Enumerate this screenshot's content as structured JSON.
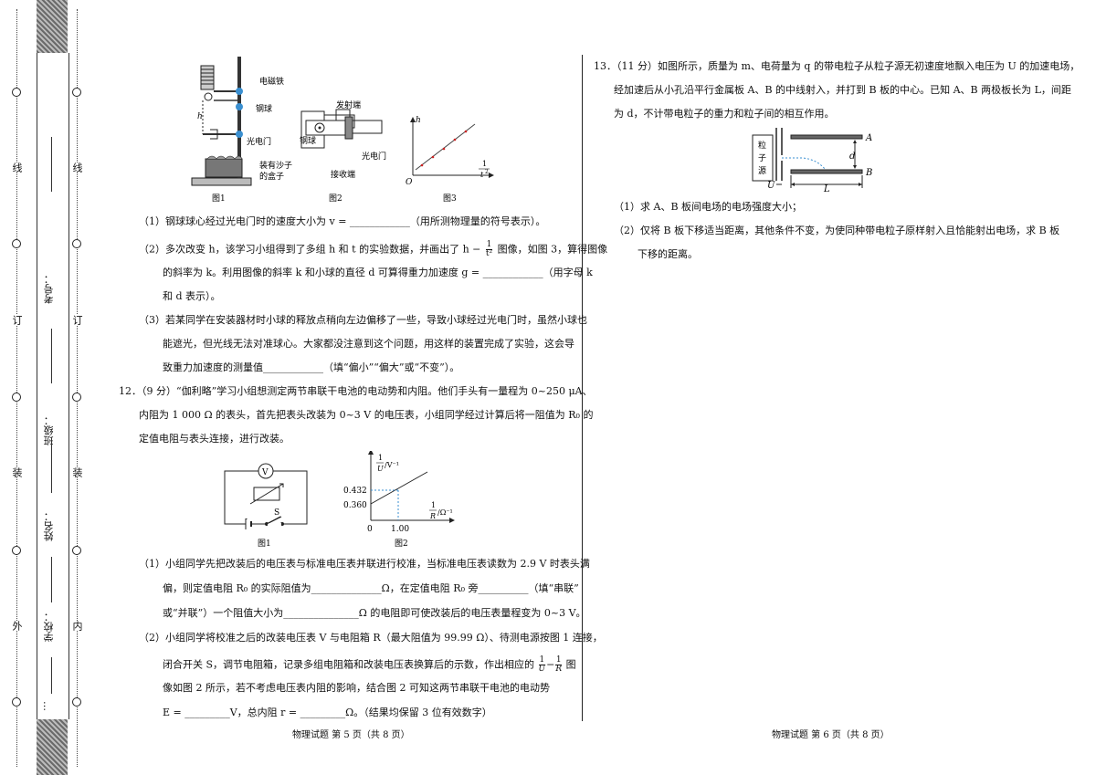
{
  "binding": {
    "line_char": "线",
    "bind_char": "订",
    "seal_char": "装",
    "out_char": "外",
    "in_char": "内",
    "school": "学校：",
    "name": "姓名：",
    "class": "班级：",
    "exam_no": "考号：",
    "ellipsis": "…"
  },
  "left": {
    "fig1": {
      "label_magnet": "电磁铁",
      "label_ball": "钢球",
      "label_h": "h",
      "label_gate": "光电门",
      "label_box1": "装有沙子",
      "label_box2": "的盒子",
      "caption": "图1"
    },
    "fig2": {
      "label_emit": "发射端",
      "label_ball": "钢球",
      "label_gate": "光电门",
      "label_recv": "接收端",
      "caption": "图2"
    },
    "fig3": {
      "label_y": "h",
      "label_x": "1",
      "label_x_den": "t",
      "label_x_exp": "2",
      "origin": "O",
      "caption": "图3"
    },
    "q11": {
      "p1": "（1）钢球球心经过光电门时的速度大小为 v = ____________（用所测物理量的符号表示）。",
      "p2a": "（2）多次改变 h，该学习小组得到了多组 h 和 t 的实验数据，并画出了 h −",
      "p2frac_num": "1",
      "p2frac_den": "t²",
      "p2b": "图像，如图 3，算得图像",
      "p2c": "的斜率为 k。利用图像的斜率 k 和小球的直径 d 可算得重力加速度 g = ____________（用字母 k",
      "p2d": "和 d 表示）。",
      "p3a": "（3）若某同学在安装器材时小球的释放点稍向左边偏移了一些，导致小球经过光电门时，虽然小球也",
      "p3b": "能遮光，但光线无法对准球心。大家都没注意到这个问题，用这样的装置完成了实验，这会导",
      "p3c": "致重力加速度的测量值____________（填“偏小”“偏大”或“不变”）。"
    },
    "q12": {
      "l1": "12．（9 分）“伽利略”学习小组想测定两节串联干电池的电动势和内阻。他们手头有一量程为 0~250 μA、",
      "l2a": "内阻为 1 000 Ω 的表头，首先把表头改装为 0~3 V 的电压表，小组同学经过计算后将一阻值为",
      "l2b": "R₀",
      "l2c": "的",
      "l3": "定值电阻与表头连接，进行改装。",
      "circuit": {
        "meter": "V",
        "switch": "S",
        "caption": "图1"
      },
      "graph": {
        "y_label": "/V⁻¹",
        "y_frac_num": "1",
        "y_frac_den": "U",
        "x_label": "/Ω⁻¹",
        "x_frac_num": "1",
        "x_frac_den": "R",
        "y1": "0.432",
        "y0": "0.360",
        "x0": "0",
        "x1": "1.00",
        "caption": "图2"
      },
      "s1a": "（1）小组同学先把改装后的电压表与标准电压表并联进行校准，当标准电压表读数为 2.9 V 时表头满",
      "s1b": "偏，则定值电阻 R₀ 的实际阻值为______________Ω，在定值电阻 R₀ 旁__________（填“串联”",
      "s1c": "或“并联”）一个阻值大小为_______________Ω 的电阻即可使改装后的电压表量程变为 0~3 V。",
      "s2a": "（2）小组同学将校准之后的改装电压表 V 与电阻箱 R（最大阻值为 99.99 Ω）、待测电源按图 1 连接，",
      "s2b": "闭合开关 S，调节电阻箱，记录多组电阻箱和改装电压表换算后的示数，作出相应的",
      "s2b_frac1_num": "1",
      "s2b_frac1_den": "U",
      "s2b_minus": "−",
      "s2b_frac2_num": "1",
      "s2b_frac2_den": "R",
      "s2b_end": "图",
      "s2c": "像如图 2 所示，若不考虑电压表内阻的影响，结合图 2 可知这两节串联干电池的电动势",
      "s2d": "E = _________V，总内阻 r = _________Ω。（结果均保留 3 位有效数字）"
    },
    "footer": "物理试题 第 5 页（共 8 页）"
  },
  "right": {
    "q13": {
      "l1": "13．（11 分）如图所示，质量为 m、电荷量为 q 的带电粒子从粒子源无初速度地飘入电压为 U 的加速电场，",
      "l2": "经加速后从小孔沿平行金属板 A、B 的中线射入，并打到 B 板的中心。已知 A、B 两极板长为 L，间距",
      "l3": "为 d，不计带电粒子的重力和粒子间的相互作用。",
      "fig": {
        "source1": "粒",
        "source2": "子",
        "source3": "源",
        "A": "A",
        "B": "B",
        "d": "d",
        "U": "U",
        "L": "L"
      },
      "s1": "（1）求 A、B 板间电场的电场强度大小；",
      "s2a": "（2）仅将 B 板下移适当距离，其他条件不变，为使同种带电粒子原样射入且恰能射出电场，求 B 板",
      "s2b": "下移的距离。"
    },
    "footer": "物理试题 第 6 页（共 8 页）"
  }
}
